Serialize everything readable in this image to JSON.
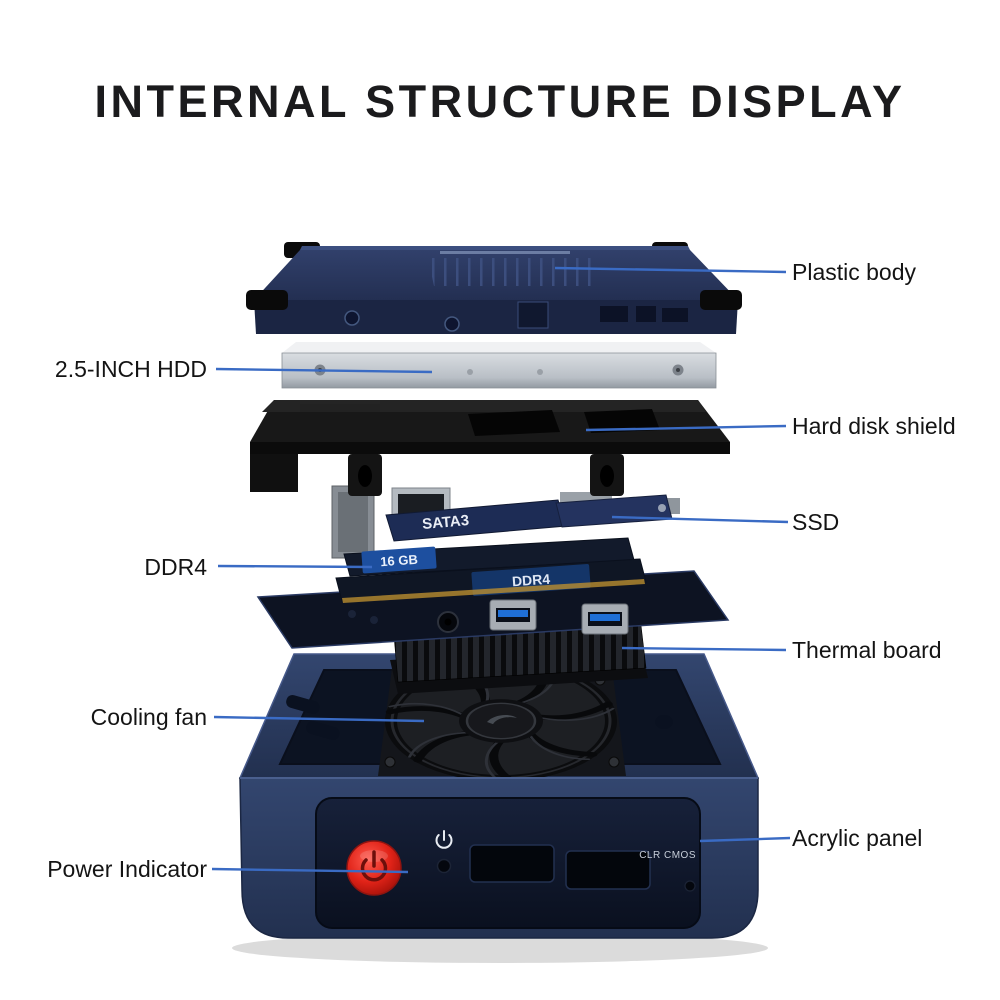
{
  "title": "INTERNAL STRUCTURE DISPLAY",
  "callouts": [
    {
      "id": "plastic-body",
      "text": "Plastic body",
      "side": "right"
    },
    {
      "id": "hdd",
      "text": "2.5-INCH HDD",
      "side": "left"
    },
    {
      "id": "hard-disk-shield",
      "text": "Hard disk shield",
      "side": "right"
    },
    {
      "id": "ssd",
      "text": "SSD",
      "side": "right"
    },
    {
      "id": "ddr4",
      "text": "DDR4",
      "side": "left"
    },
    {
      "id": "thermal-board",
      "text": "Thermal board",
      "side": "right"
    },
    {
      "id": "cooling-fan",
      "text": "Cooling fan",
      "side": "left"
    },
    {
      "id": "acrylic-panel",
      "text": "Acrylic panel",
      "side": "right"
    },
    {
      "id": "power-indicator",
      "text": "Power Indicator",
      "side": "left"
    }
  ],
  "device_text": {
    "ssd_slot": "SATA3",
    "ram_capacity": "16 GB",
    "ram_type": "DDR4",
    "clear_cmos": "CLR CMOS"
  },
  "colors": {
    "line": "#3a6bc4",
    "title": "#1b1b1d",
    "label": "#141414",
    "accent-red": "#e02318",
    "chassis-navy": "#2b3d66",
    "panel-navy": "#0f1728",
    "lid-navy": "#28355c",
    "hdd-silver": "#c9cdd2",
    "usb-blue": "#1f6fd6",
    "background": "#ffffff"
  }
}
